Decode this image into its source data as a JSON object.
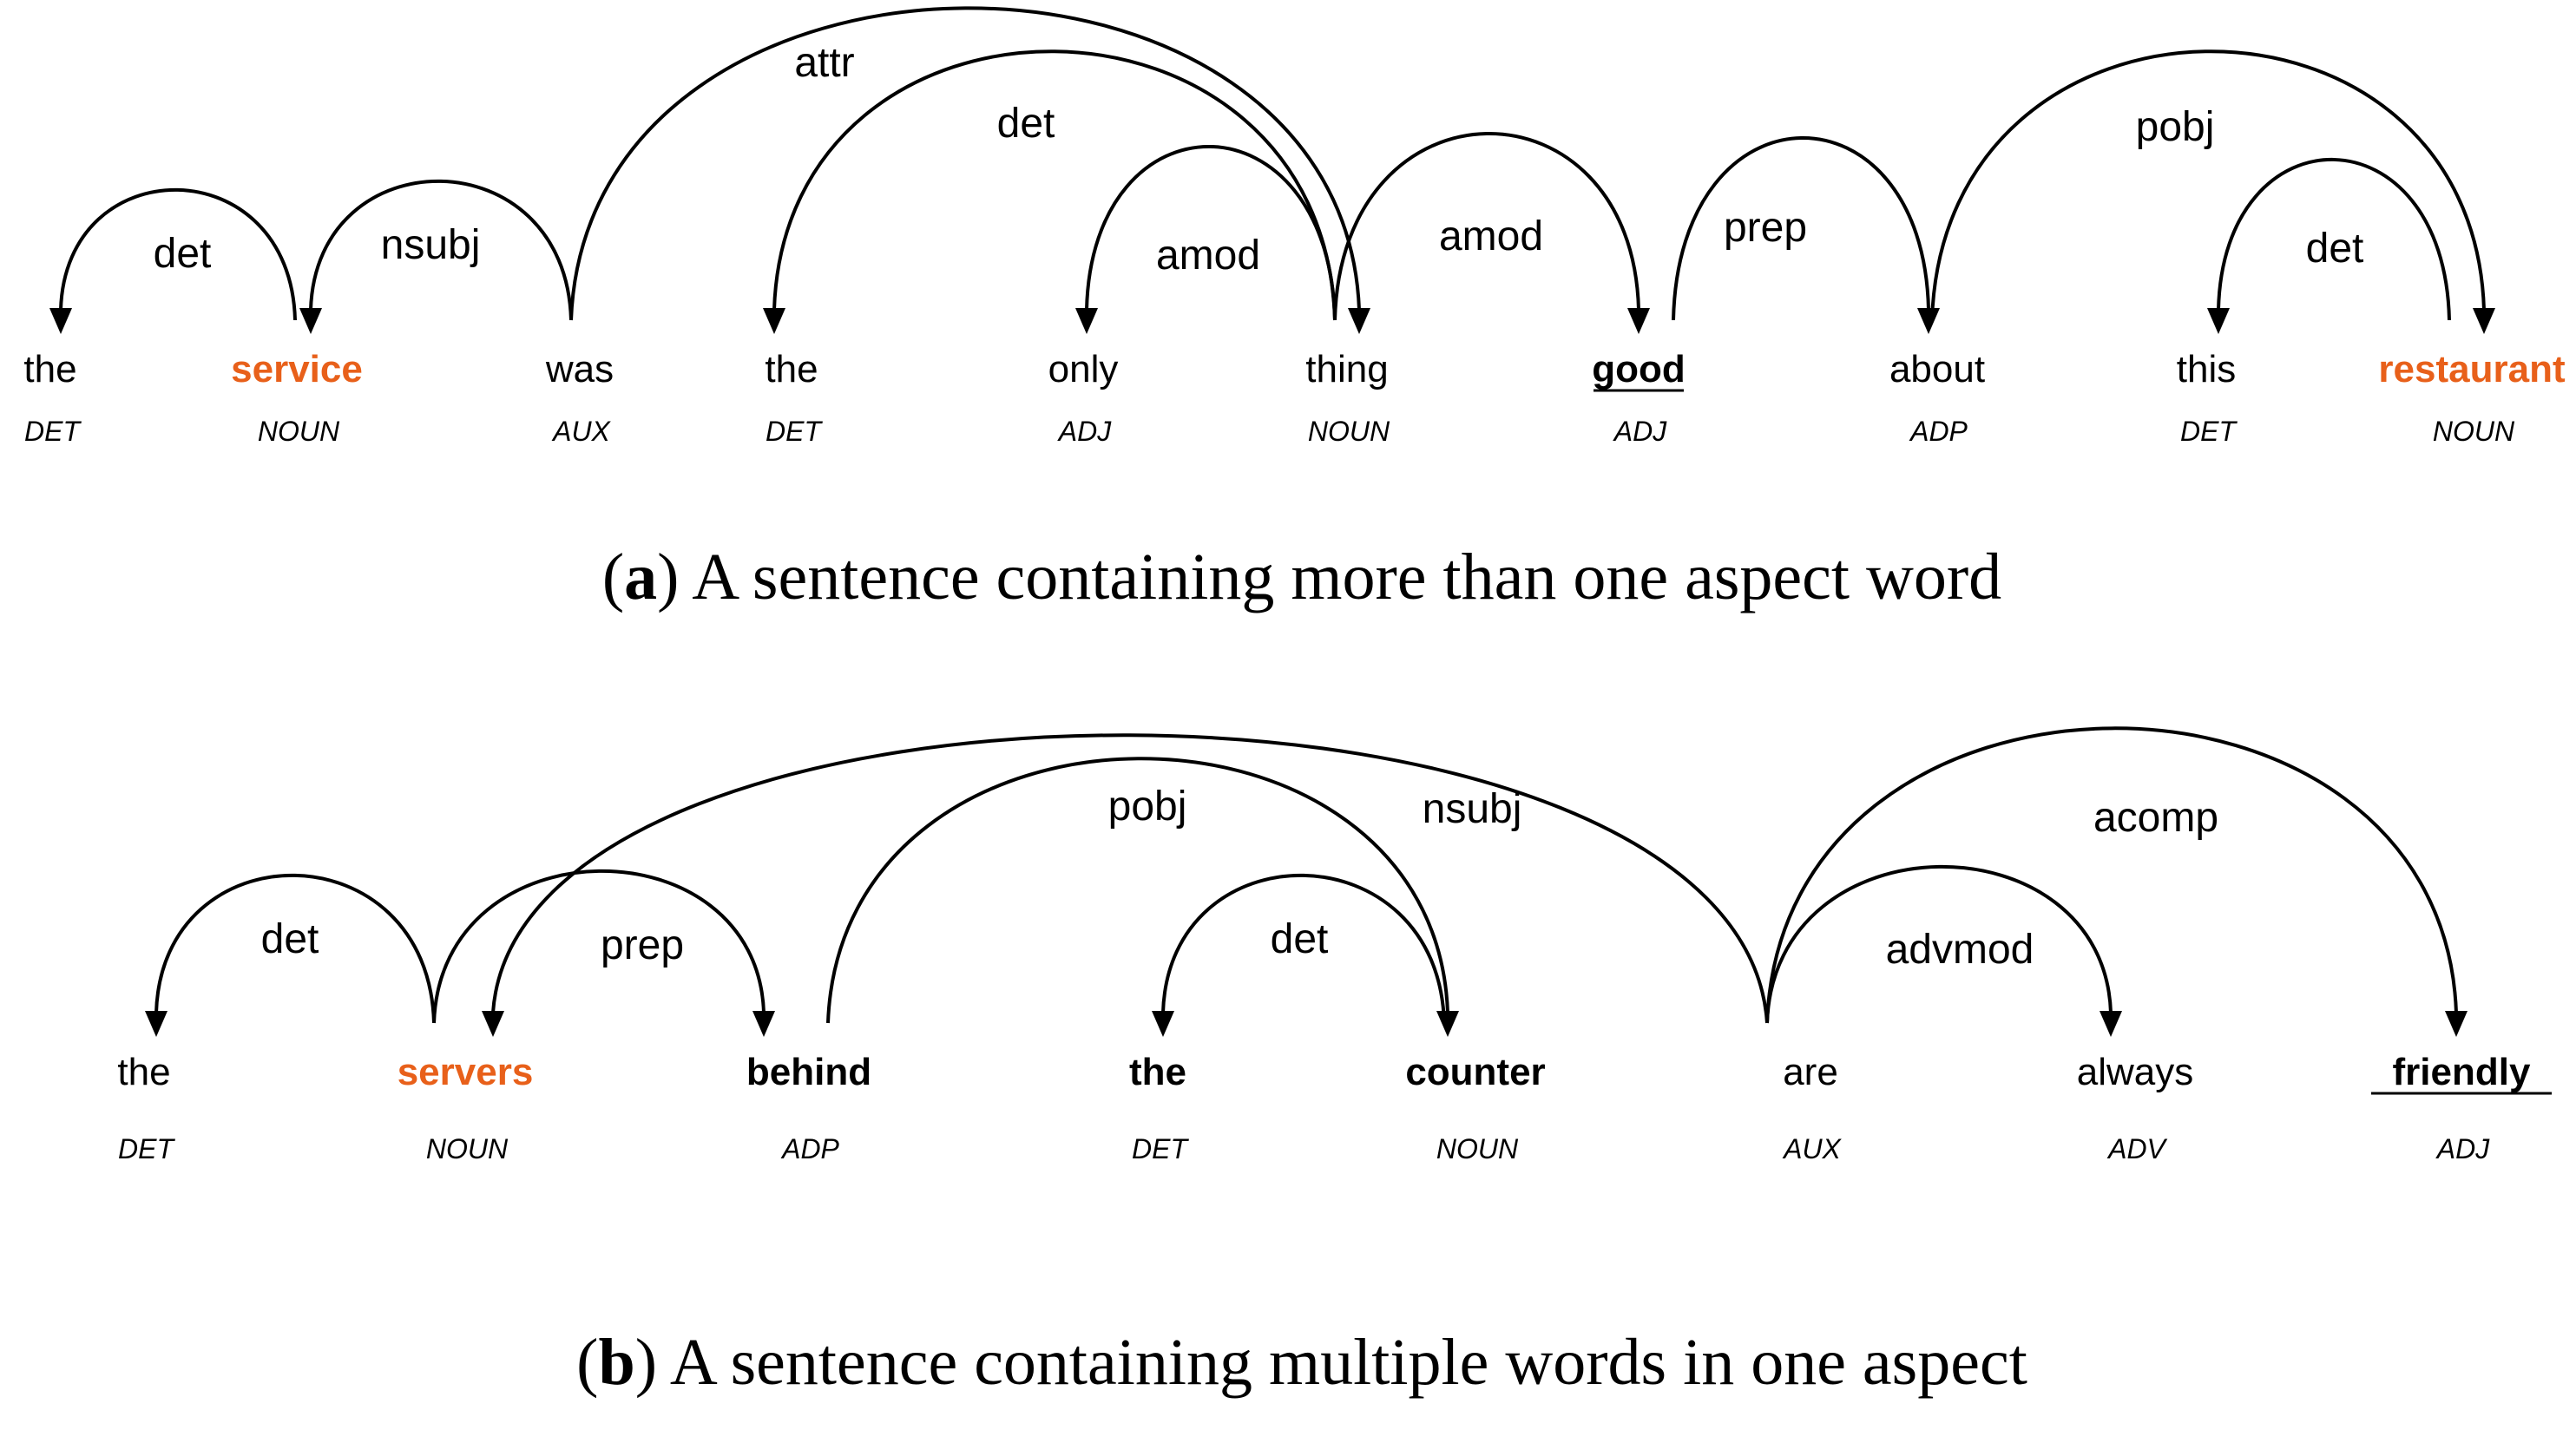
{
  "colors": {
    "aspect": "#e8601a",
    "text": "#000000"
  },
  "panels": [
    {
      "id": "a",
      "caption": {
        "open": "(",
        "label": "a",
        "close": ")",
        "text": " A sentence containing more than one aspect word"
      },
      "tokens": [
        {
          "text": "the",
          "pos": "DET"
        },
        {
          "text": "service",
          "pos": "NOUN",
          "style": "aspect"
        },
        {
          "text": "was",
          "pos": "AUX"
        },
        {
          "text": "the",
          "pos": "DET"
        },
        {
          "text": "only",
          "pos": "ADJ"
        },
        {
          "text": "thing",
          "pos": "NOUN"
        },
        {
          "text": "good",
          "pos": "ADJ",
          "style": "opinion"
        },
        {
          "text": "about",
          "pos": "ADP"
        },
        {
          "text": "this",
          "pos": "DET"
        },
        {
          "text": "restaurant",
          "pos": "NOUN",
          "style": "aspect"
        }
      ],
      "arcs": [
        {
          "label": "det",
          "from": 1,
          "to": 0
        },
        {
          "label": "nsubj",
          "from": 2,
          "to": 1
        },
        {
          "label": "attr",
          "from": 2,
          "to": 5
        },
        {
          "label": "det",
          "from": 5,
          "to": 3
        },
        {
          "label": "amod",
          "from": 5,
          "to": 4
        },
        {
          "label": "amod",
          "from": 5,
          "to": 6
        },
        {
          "label": "prep",
          "from": 6,
          "to": 7
        },
        {
          "label": "pobj",
          "from": 7,
          "to": 9
        },
        {
          "label": "det",
          "from": 9,
          "to": 8
        }
      ]
    },
    {
      "id": "b",
      "caption": {
        "open": "(",
        "label": "b",
        "close": ")",
        "text": " A sentence containing multiple words in one aspect"
      },
      "tokens": [
        {
          "text": "the",
          "pos": "DET"
        },
        {
          "text": "servers",
          "pos": "NOUN",
          "style": "aspect"
        },
        {
          "text": "behind",
          "pos": "ADP",
          "style": "bold"
        },
        {
          "text": "the",
          "pos": "DET",
          "style": "bold"
        },
        {
          "text": "counter",
          "pos": "NOUN",
          "style": "bold"
        },
        {
          "text": "are",
          "pos": "AUX"
        },
        {
          "text": "always",
          "pos": "ADV"
        },
        {
          "text": "friendly",
          "pos": "ADJ",
          "style": "opinion"
        }
      ],
      "arcs": [
        {
          "label": "det",
          "from": 1,
          "to": 0
        },
        {
          "label": "prep",
          "from": 1,
          "to": 2
        },
        {
          "label": "pobj",
          "from": 2,
          "to": 4
        },
        {
          "label": "det",
          "from": 4,
          "to": 3
        },
        {
          "label": "nsubj",
          "from": 5,
          "to": 1
        },
        {
          "label": "advmod",
          "from": 5,
          "to": 6
        },
        {
          "label": "acomp",
          "from": 5,
          "to": 7
        }
      ]
    }
  ]
}
